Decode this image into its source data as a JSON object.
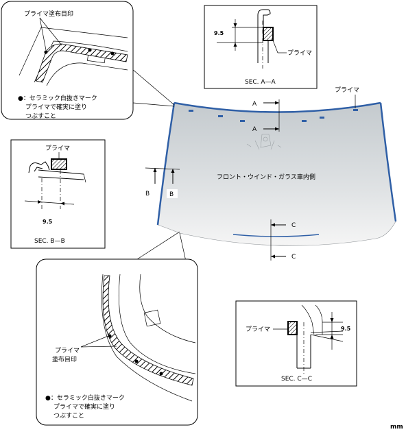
{
  "labels": {
    "primer_mark": "プライマ塗布目印",
    "primer_mark_line1": "プライマ",
    "primer_mark_line2": "塗布目印",
    "note_line1": "●：セラミック白抜きマーク",
    "note_line2": "プライマで確実に塗り",
    "note_line3": "つぶすこと",
    "primer": "プライマ",
    "glass_inside": "フロント・ウインド・ガラス車内側",
    "dim": "9.5",
    "sec_a": "SEC. A—A",
    "sec_b": "SEC. B—B",
    "sec_c": "SEC. C—C",
    "letter_a": "A",
    "letter_b": "B",
    "letter_c": "C",
    "unit": "mm"
  },
  "colors": {
    "edge_primer": "#2f5fa6",
    "glass_top": "#c9cfd3",
    "glass_bottom": "#f4f4f4"
  }
}
